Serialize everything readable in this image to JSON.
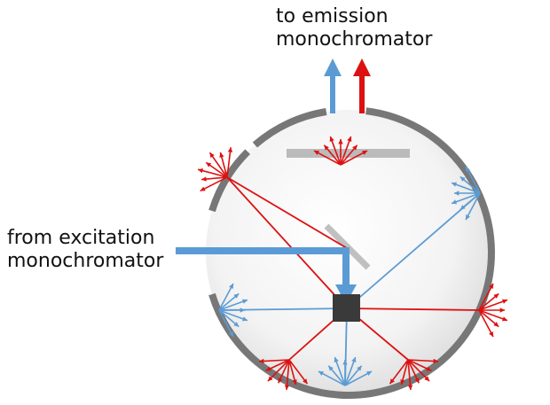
{
  "labels": {
    "emission": [
      "to emission",
      "monochromator"
    ],
    "excitation": [
      "from excitation",
      "monochromator"
    ]
  },
  "colors": {
    "sphere_wall": "#777777",
    "baffle": "#bbbbbb",
    "excitation_beam": "#5b9bd5",
    "scattered_light": "#5b9bd5",
    "emitted_light": "#dd1111",
    "sample": "#3a3a3a"
  },
  "components": [
    "integrating-sphere",
    "baffle",
    "mirror",
    "sample",
    "excitation-beam",
    "emission-output-arrows"
  ]
}
